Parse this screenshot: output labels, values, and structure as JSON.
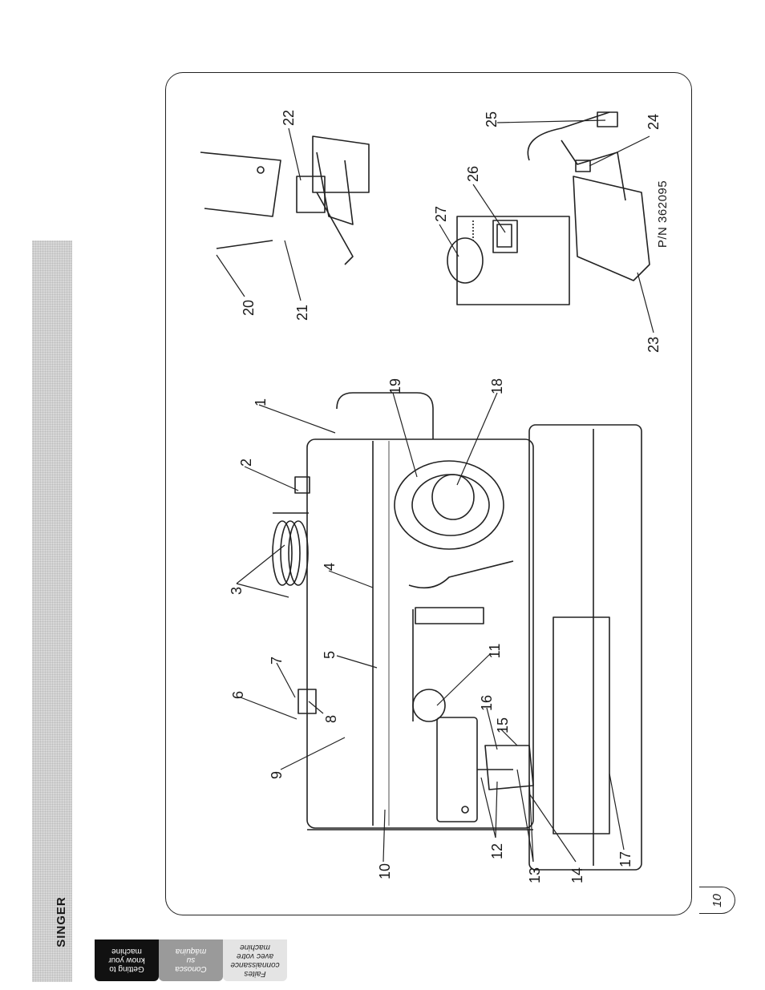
{
  "brand": "SINGER",
  "page_number": "10",
  "tabs": [
    {
      "lines": [
        "Getting to",
        "know your",
        "machine"
      ]
    },
    {
      "lines": [
        "Conosca",
        "su",
        "máquina"
      ]
    },
    {
      "lines": [
        "Faites",
        "connaissance",
        "avec votre",
        "machine"
      ]
    }
  ],
  "part_number": "P/N 362095",
  "callouts": [
    "1",
    "2",
    "3",
    "4",
    "5",
    "6",
    "7",
    "8",
    "9",
    "10",
    "11",
    "12",
    "13",
    "14",
    "15",
    "16",
    "17",
    "18",
    "19",
    "20",
    "21",
    "22",
    "23",
    "24",
    "25",
    "26",
    "27"
  ]
}
